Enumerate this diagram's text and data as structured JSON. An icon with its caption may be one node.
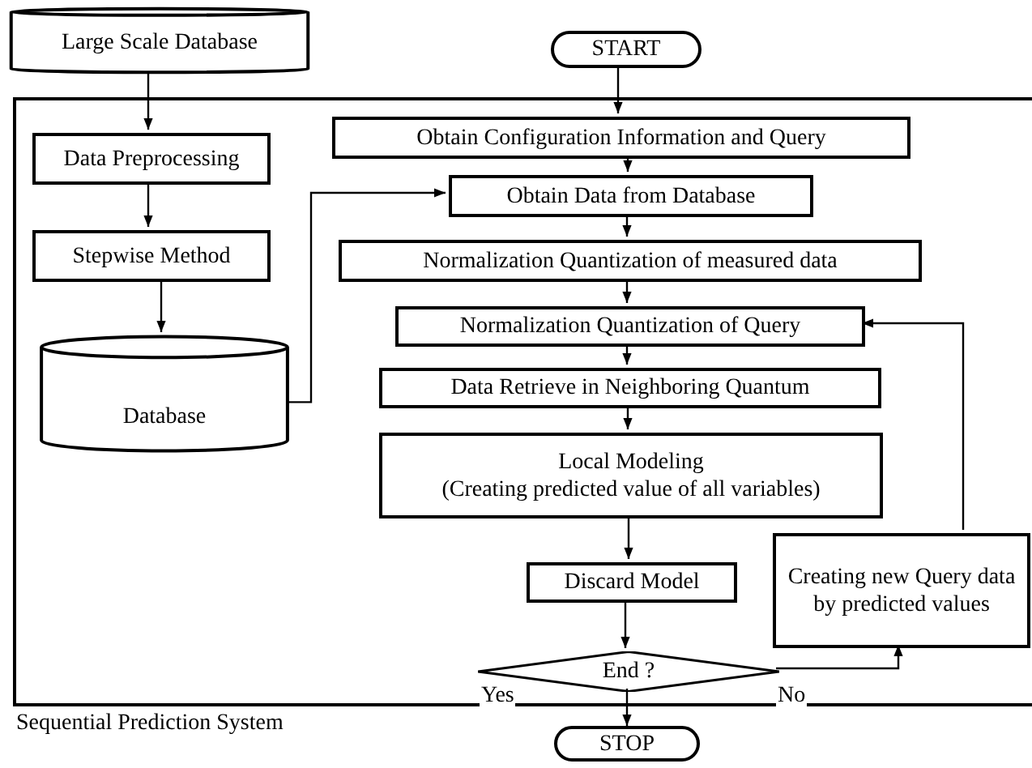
{
  "diagram": {
    "nodes": [
      {
        "text": [
          "Large Scale Database"
        ]
      },
      {
        "text": [
          "START"
        ]
      },
      {
        "text": [
          "Sequential Prediction System"
        ]
      },
      {
        "text": [
          "Data Preprocessing"
        ],
        "in": 2
      },
      {
        "text": [
          "Stepwise Method"
        ],
        "in": 2
      },
      {
        "text": [
          "Database"
        ],
        "in": 2
      },
      {
        "text": [
          "Obtain Configuration Information and Query"
        ],
        "in": 2
      },
      {
        "text": [
          "Obtain Data from Database"
        ],
        "in": 2
      },
      {
        "text": [
          "Normalization Quantization of measured data"
        ],
        "in": 2
      },
      {
        "text": [
          "Normalization Quantization of Query"
        ],
        "in": 2
      },
      {
        "text": [
          "Data Retrieve in Neighboring Quantum"
        ],
        "in": 2
      },
      {
        "text": [
          "Local Modeling",
          "(Creating predicted value of all variables)"
        ],
        "in": 2
      },
      {
        "text": [
          "Discard Model"
        ],
        "in": 2
      },
      {
        "text": [
          "Creating new Query data by predicted values"
        ],
        "in": 2
      },
      {
        "text": [
          "End ?"
        ],
        "in": 2
      },
      {
        "text": [
          "STOP"
        ]
      }
    ],
    "edges": [
      {
        "from": 0,
        "to": 3,
        "arrow": "to"
      },
      {
        "from": 3,
        "to": 4,
        "arrow": "to"
      },
      {
        "from": 4,
        "to": 5,
        "arrow": "to"
      },
      {
        "from": 5,
        "to": 7,
        "arrow": "to"
      },
      {
        "from": 1,
        "to": 6,
        "arrow": "to"
      },
      {
        "from": 6,
        "to": 7,
        "arrow": "to"
      },
      {
        "from": 7,
        "to": 8,
        "arrow": "to"
      },
      {
        "from": 8,
        "to": 9,
        "arrow": "to"
      },
      {
        "from": 9,
        "to": 10,
        "arrow": "to"
      },
      {
        "from": 10,
        "to": 11,
        "arrow": "to"
      },
      {
        "from": 11,
        "to": 12,
        "arrow": "to"
      },
      {
        "from": 12,
        "to": 14,
        "arrow": "to"
      },
      {
        "from": 14,
        "to": 15,
        "label": "Yes",
        "arrow": "to"
      },
      {
        "from": 14,
        "to": 13,
        "label": "No",
        "arrow": "to"
      },
      {
        "from": 13,
        "to": 9,
        "arrow": "to"
      }
    ]
  }
}
